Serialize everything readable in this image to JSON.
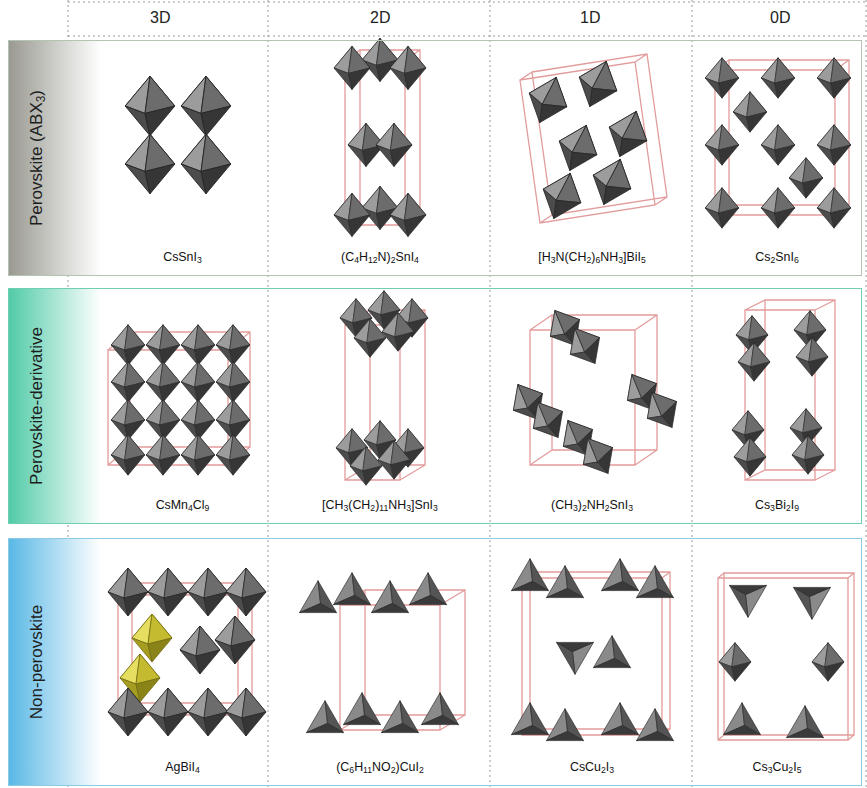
{
  "diagram": {
    "nodes": [
      {
        "text": [
          "Perovskite (ABX3)"
        ]
      },
      {
        "text": [
          "CsSnI3"
        ],
        "in": 0
      },
      {
        "text": [
          "(C4H12N)2SnI4"
        ],
        "in": 0
      },
      {
        "text": [
          "[H3N(CH2)6NH3]BiI5"
        ],
        "in": 0
      },
      {
        "text": [
          "Cs2SnI6"
        ],
        "in": 0
      },
      {
        "text": [
          "Perovskite-derivative"
        ]
      },
      {
        "text": [
          "CsMn4Cl9"
        ],
        "in": 5
      },
      {
        "text": [
          "[CH3(CH2)11NH3]SnI3"
        ],
        "in": 5
      },
      {
        "text": [
          "(CH3)2NH2SnI3"
        ],
        "in": 5
      },
      {
        "text": [
          "Cs3Bi2I9"
        ],
        "in": 5
      },
      {
        "text": [
          "Non-perovskite"
        ]
      },
      {
        "text": [
          "AgBiI4"
        ],
        "in": 10
      },
      {
        "text": [
          "(C6H11NO2)CuI2"
        ],
        "in": 10
      },
      {
        "text": [
          "CsCu2I3"
        ],
        "in": 10
      },
      {
        "text": [
          "Cs3Cu2I5"
        ],
        "in": 10
      }
    ],
    "labels": [
      "3D",
      "2D",
      "1D",
      "0D"
    ]
  }
}
